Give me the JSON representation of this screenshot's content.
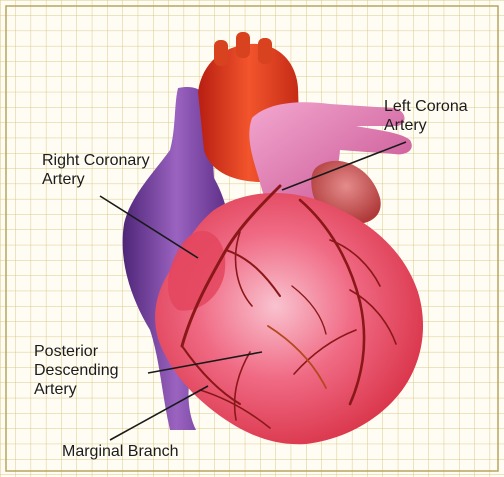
{
  "labels": {
    "left_coronary_artery": [
      "Left Corona",
      "Artery"
    ],
    "right_coronary_artery": [
      "Right Coronary",
      "Artery"
    ],
    "posterior_descending_artery": [
      "Posterior",
      "Descending",
      "Artery"
    ],
    "marginal_branch": [
      "Marginal Branch"
    ]
  },
  "colors": {
    "grid_line": "#d9c98a",
    "grid_background": "#fffdf3",
    "frame_border": "#b8a45e",
    "aorta": "#d3361f",
    "ventricle": "#f0506a",
    "vena_cava": "#7a3ea0",
    "pulmonary_artery": "#d86aa4",
    "coronary_vessels": "#8a1818",
    "leader_line": "#1a1a1a"
  }
}
